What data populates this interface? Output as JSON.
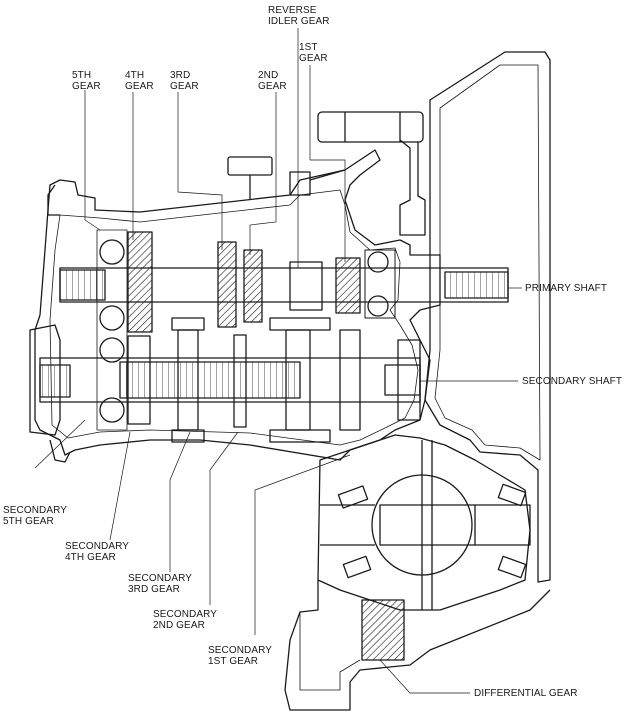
{
  "labels": {
    "reverse_idler_gear": [
      "REVERSE",
      "IDLER GEAR"
    ],
    "first_gear": [
      "1ST",
      "GEAR"
    ],
    "fifth_gear": [
      "5TH",
      "GEAR"
    ],
    "fourth_gear": [
      "4TH",
      "GEAR"
    ],
    "third_gear": [
      "3RD",
      "GEAR"
    ],
    "second_gear": [
      "2ND",
      "GEAR"
    ],
    "primary_shaft": "PRIMARY SHAFT",
    "secondary_shaft": "SECONDARY SHAFT",
    "secondary_fifth_gear": [
      "SECONDARY",
      "5TH GEAR"
    ],
    "secondary_fourth_gear": [
      "SECONDARY",
      "4TH GEAR"
    ],
    "secondary_third_gear": [
      "SECONDARY",
      "3RD GEAR"
    ],
    "secondary_second_gear": [
      "SECONDARY",
      "2ND GEAR"
    ],
    "secondary_first_gear": [
      "SECONDARY",
      "1ST GEAR"
    ],
    "differential_gear": "DIFFERENTIAL GEAR"
  },
  "colors": {
    "ink": "#1a1a1a",
    "hatch": "#1a1a1a",
    "background": "#ffffff"
  }
}
